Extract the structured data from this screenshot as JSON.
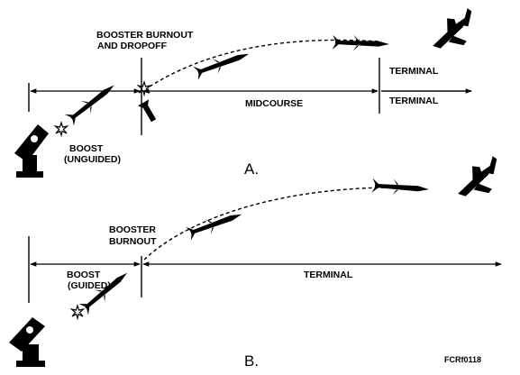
{
  "panel_a": {
    "caption": "A.",
    "booster_label_line1": "BOOSTER BURNOUT",
    "booster_label_line2": "AND DROPOFF",
    "boost_label_line1": "BOOST",
    "boost_label_line2": "(UNGUIDED)",
    "midcourse_label": "MIDCOURSE",
    "terminal_label_upper": "TERMINAL",
    "terminal_label_lower": "TERMINAL"
  },
  "panel_b": {
    "caption": "B.",
    "booster_label_line1": "BOOSTER",
    "booster_label_line2": "BURNOUT",
    "boost_label_line1": "BOOST",
    "boost_label_line2": "(GUIDED)",
    "terminal_label": "TERMINAL"
  },
  "figure_code": "FCRf0118",
  "icons": [
    "launcher-icon",
    "missile-icon",
    "aircraft-icon",
    "burst-icon",
    "booster-dropoff-icon"
  ]
}
